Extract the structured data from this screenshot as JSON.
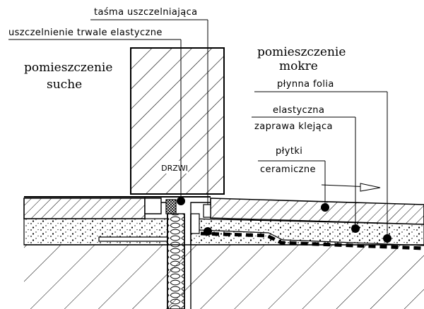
{
  "labels": {
    "tape": "taśma uszczelniająca",
    "sealant": "uszczelnienie trwale elastyczne",
    "dry_room_line1": "pomieszczenie",
    "dry_room_line2": "suche",
    "wet_room_line1": "pomieszczenie",
    "wet_room_line2": "mokre",
    "liquid_membrane": "płynna folia",
    "adhesive_line1": "elastyczna",
    "adhesive_line2": "zaprawa klejąca",
    "tiles_line1": "płytki",
    "tiles_line2": "ceramiczne",
    "door": "DRZWI"
  }
}
